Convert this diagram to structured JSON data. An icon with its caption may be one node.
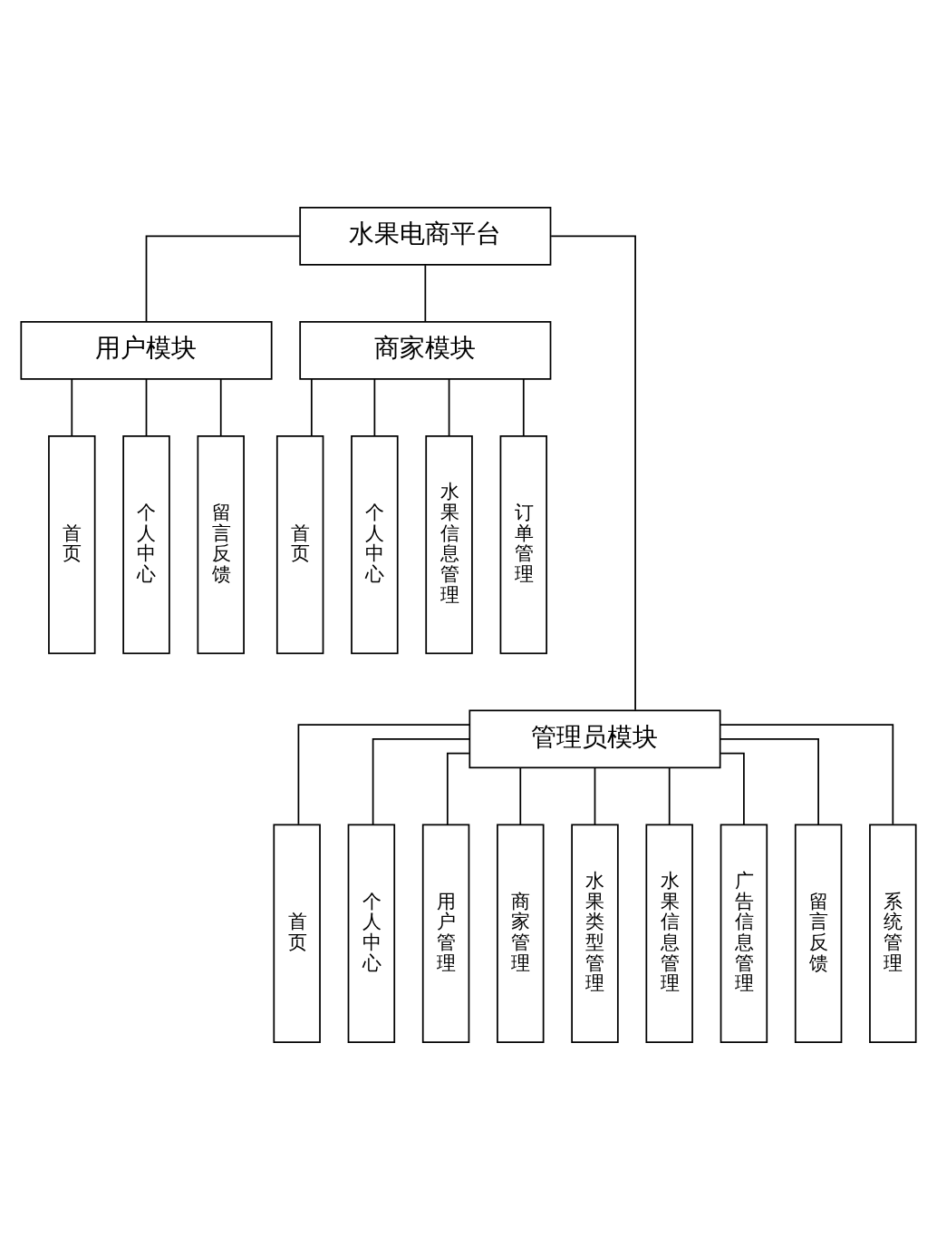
{
  "diagram": {
    "nodes": [
      {
        "text": [
          "水果电商平台"
        ]
      },
      {
        "text": [
          "用户模块"
        ]
      },
      {
        "text": [
          "首页"
        ]
      },
      {
        "text": [
          "个人中心"
        ]
      },
      {
        "text": [
          "留言反馈"
        ]
      },
      {
        "text": [
          "商家模块"
        ]
      },
      {
        "text": [
          "首页"
        ]
      },
      {
        "text": [
          "个人中心"
        ]
      },
      {
        "text": [
          "水果信息管理"
        ]
      },
      {
        "text": [
          "订单管理"
        ]
      },
      {
        "text": [
          "管理员模块"
        ]
      },
      {
        "text": [
          "首页"
        ]
      },
      {
        "text": [
          "个人中心"
        ]
      },
      {
        "text": [
          "用户管理"
        ]
      },
      {
        "text": [
          "商家管理"
        ]
      },
      {
        "text": [
          "水果类型管理"
        ]
      },
      {
        "text": [
          "水果信息管理"
        ]
      },
      {
        "text": [
          "广告信息管理"
        ]
      },
      {
        "text": [
          "留言反馈"
        ]
      },
      {
        "text": [
          "系统管理"
        ]
      }
    ],
    "edges": [
      {
        "from": 0,
        "to": 1,
        "arrow": "none"
      },
      {
        "from": 0,
        "to": 5,
        "arrow": "none"
      },
      {
        "from": 0,
        "to": 10,
        "arrow": "none"
      },
      {
        "from": 1,
        "to": 2,
        "arrow": "none"
      },
      {
        "from": 1,
        "to": 3,
        "arrow": "none"
      },
      {
        "from": 1,
        "to": 4,
        "arrow": "none"
      },
      {
        "from": 5,
        "to": 6,
        "arrow": "none"
      },
      {
        "from": 5,
        "to": 7,
        "arrow": "none"
      },
      {
        "from": 5,
        "to": 8,
        "arrow": "none"
      },
      {
        "from": 5,
        "to": 9,
        "arrow": "none"
      },
      {
        "from": 10,
        "to": 11,
        "arrow": "none"
      },
      {
        "from": 10,
        "to": 12,
        "arrow": "none"
      },
      {
        "from": 10,
        "to": 13,
        "arrow": "none"
      },
      {
        "from": 10,
        "to": 14,
        "arrow": "none"
      },
      {
        "from": 10,
        "to": 15,
        "arrow": "none"
      },
      {
        "from": 10,
        "to": 16,
        "arrow": "none"
      },
      {
        "from": 10,
        "to": 17,
        "arrow": "none"
      },
      {
        "from": 10,
        "to": 18,
        "arrow": "none"
      },
      {
        "from": 10,
        "to": 19,
        "arrow": "none"
      }
    ]
  }
}
